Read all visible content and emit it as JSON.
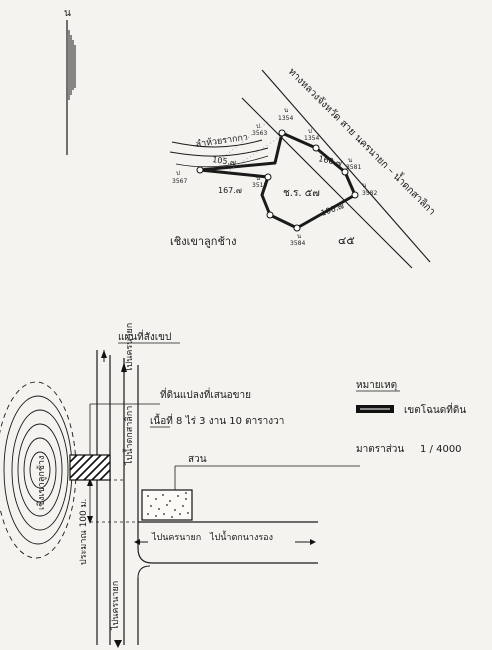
{
  "north": {
    "label": "น"
  },
  "plot": {
    "road_label": "ทางหลวงจังหวัด สาย นครนายก – น้ำตกสาลิกา",
    "canal_label": "ลำห้วยรากกา",
    "hill_label": "เชิงเขาลูกช้าง",
    "owner_label": "ช.ร. ๕๗",
    "nearby_parcel": "๔๕",
    "side_lengths": [
      "160.๗",
      "100.๗",
      "167.๗",
      "105.๗"
    ],
    "points": [
      {
        "name": "น",
        "code": "1354"
      },
      {
        "name": "ป",
        "code": "1354"
      },
      {
        "name": "น",
        "code": "3581"
      },
      {
        "name": "น",
        "code": "3582"
      },
      {
        "name": "น",
        "code": "3584"
      },
      {
        "name": "ป",
        "code": "3563"
      },
      {
        "name": "ป",
        "code": "3567"
      },
      {
        "name": "น",
        "code": "3515"
      }
    ]
  },
  "sketch": {
    "title": "แผนที่สังเขป",
    "parcel_text": "ที่ดินแปลงที่เสนอขาย",
    "area_text": "เนื้อที่ 8 ไร่ 3 งาน 10 ตารางวา",
    "garden_label": "สวน",
    "distance_label": "ประมาณ 100 ม.",
    "hill_label": "เชิงเขาลูกช้าง",
    "road_to_nakhon": "ไปนครนายก",
    "road_to_waterfall": "ไปน้ำตกสาลิกา",
    "road_to_nakhon_bottom": "ไปนครนายก",
    "road_to_nangrong": "ไปน้ำตกนางรอง",
    "road_to_nakhon_left": "ไปนครนายก"
  },
  "legend": {
    "title": "หมายเหตุ",
    "boundary_text": "เขตโฉนดที่ดิน",
    "scale_label": "มาตราส่วน",
    "scale_value": "1 / 4000"
  }
}
